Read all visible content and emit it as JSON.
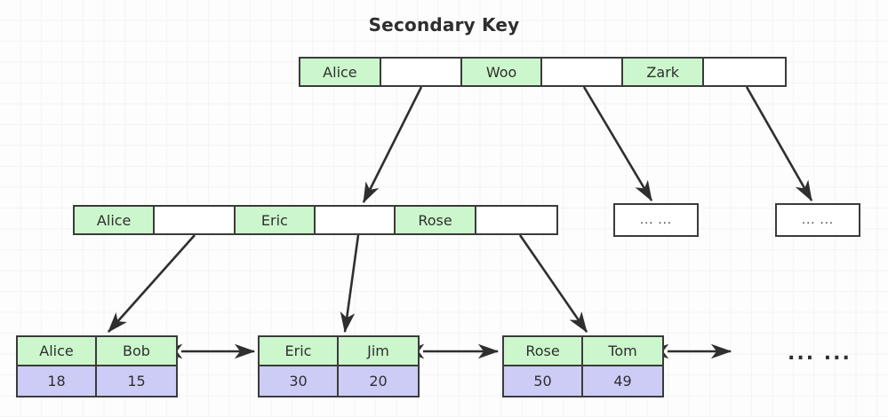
{
  "title": "Secondary Key",
  "diagram": {
    "type": "b-plus-tree",
    "root": {
      "name": "root-node",
      "cells": [
        {
          "label": "Alice",
          "kind": "key"
        },
        {
          "label": "",
          "kind": "pointer"
        },
        {
          "label": "Woo",
          "kind": "key"
        },
        {
          "label": "",
          "kind": "pointer"
        },
        {
          "label": "Zark",
          "kind": "key"
        },
        {
          "label": "",
          "kind": "pointer"
        }
      ]
    },
    "internal": {
      "name": "internal-node",
      "cells": [
        {
          "label": "Alice",
          "kind": "key"
        },
        {
          "label": "",
          "kind": "pointer"
        },
        {
          "label": "Eric",
          "kind": "key"
        },
        {
          "label": "",
          "kind": "pointer"
        },
        {
          "label": "Rose",
          "kind": "key"
        },
        {
          "label": "",
          "kind": "pointer"
        }
      ]
    },
    "placeholders": [
      {
        "label": "... ..."
      },
      {
        "label": "... ..."
      }
    ],
    "leaves": [
      {
        "names": [
          "Alice",
          "Bob"
        ],
        "values": [
          "18",
          "15"
        ]
      },
      {
        "names": [
          "Eric",
          "Jim"
        ],
        "values": [
          "30",
          "20"
        ]
      },
      {
        "names": [
          "Rose",
          "Tom"
        ],
        "values": [
          "50",
          "49"
        ]
      }
    ],
    "leaf_tail_label": "... ...",
    "colors": {
      "key_fill": "#ccf7cc",
      "value_fill": "#ccccf7",
      "pointer_fill": "#ffffff",
      "border": "#3b3b3b",
      "text": "#2f2f2f",
      "grid": "#ebebeb",
      "background": "#fdfdfd"
    }
  }
}
